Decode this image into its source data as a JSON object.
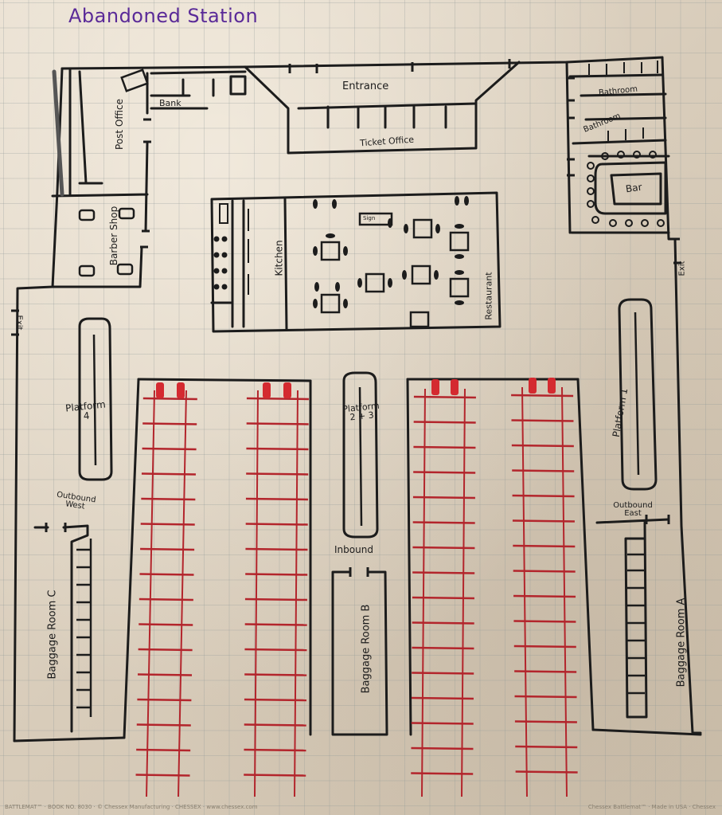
{
  "map": {
    "title": "Abandoned Station",
    "colors": {
      "ink": "#1c1c1c",
      "title": "#5a2a98",
      "rails": "#b3252c",
      "paper": "#ddd2c2"
    },
    "rooms": {
      "entrance": "Entrance",
      "ticket_office": "Ticket Office",
      "bank": "Bank",
      "post_office": "Post Office",
      "barber_shop": "Barber Shop",
      "kitchen": "Kitchen",
      "restaurant": "Restaurant",
      "bathroom_1": "Bathroom",
      "bathroom_2": "Bathroom",
      "bar": "Bar",
      "platform_4": "Platform 4",
      "platform_23": "Platform 2 + 3",
      "platform_1": "Platform 1",
      "outbound_west": "Outbound West",
      "outbound_east": "Outbound East",
      "inbound": "Inbound",
      "baggage_a": "Baggage Room A",
      "baggage_b": "Baggage Room B",
      "baggage_c": "Baggage Room C",
      "exit_west": "Exit",
      "exit_east": "Exit",
      "counter_sign": "Sign"
    },
    "footer": {
      "left": "BATTLEMAT™ · BOOK NO. 8030 · © Chessex Manufacturing · CHESSEX · www.chessex.com",
      "right": "Chessex Battlemat™ · Made in USA · Chessex"
    }
  }
}
